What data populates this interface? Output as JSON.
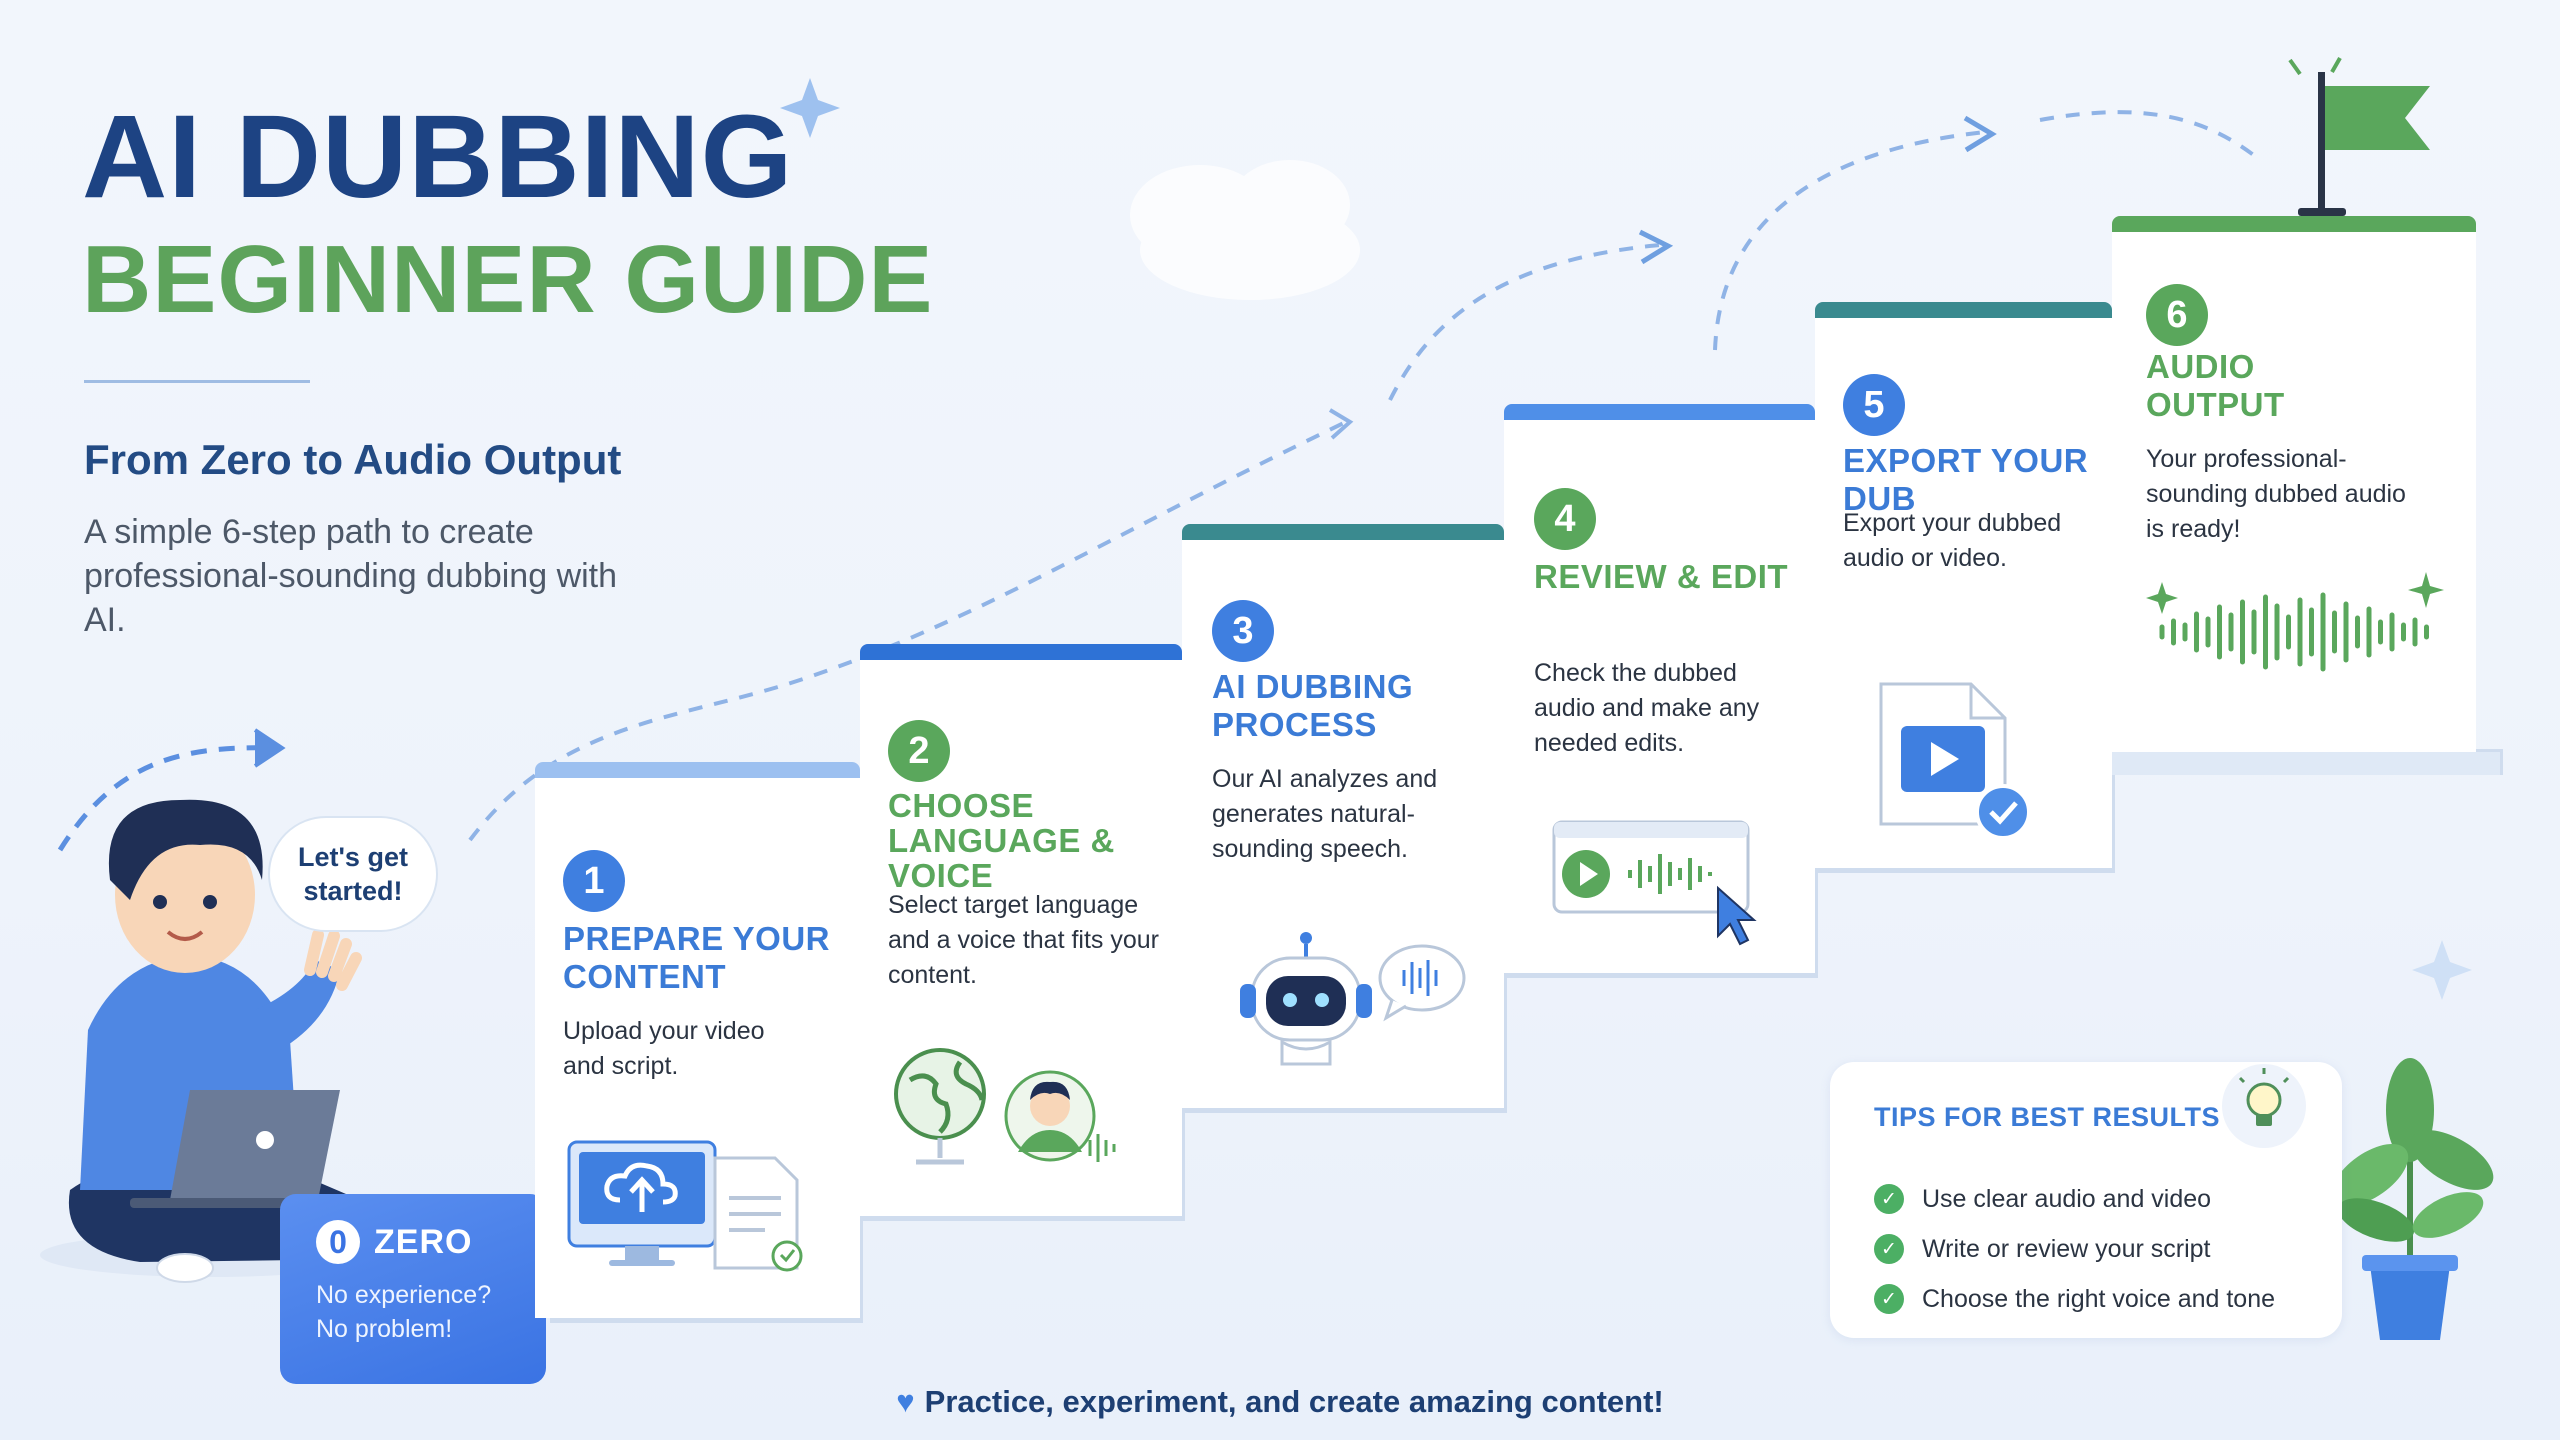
{
  "header": {
    "title_line1": "AI DUBBING",
    "title_line2": "BEGINNER GUIDE",
    "subtitle": "From Zero to Audio Output",
    "description": "A simple 6-step path to create professional-sounding dubbing with AI."
  },
  "speech_bubble": "Let's get started!",
  "zero": {
    "number": "0",
    "title": "ZERO",
    "text": "No experience? No problem!"
  },
  "steps": [
    {
      "number": "1",
      "title": "PREPARE YOUR CONTENT",
      "text": "Upload your video and script.",
      "icon": "upload-monitor-icon"
    },
    {
      "number": "2",
      "title": "CHOOSE LANGUAGE & VOICE",
      "text": "Select target language and a voice that fits your content.",
      "icon": "globe-voice-icon"
    },
    {
      "number": "3",
      "title": "AI DUBBING PROCESS",
      "text": "Our AI analyzes and generates natural-sounding speech.",
      "icon": "robot-headphones-icon"
    },
    {
      "number": "4",
      "title": "REVIEW & EDIT",
      "text": "Check the dubbed audio and make any needed edits.",
      "icon": "audio-editor-icon"
    },
    {
      "number": "5",
      "title": "EXPORT YOUR DUB",
      "text": "Export your dubbed audio or video.",
      "icon": "video-file-check-icon"
    },
    {
      "number": "6",
      "title": "AUDIO OUTPUT",
      "text": "Your professional-sounding dubbed audio is ready!",
      "icon": "waveform-icon"
    }
  ],
  "tips": {
    "title": "TIPS FOR BEST RESULTS",
    "items": [
      "Use clear audio and video",
      "Write or review your script",
      "Choose the right voice and tone"
    ]
  },
  "footer": "Practice, experiment, and create amazing content!",
  "colors": {
    "navy": "#1d4383",
    "green": "#5da35b",
    "blue": "#3a73e3",
    "teal": "#3a8a8f"
  }
}
